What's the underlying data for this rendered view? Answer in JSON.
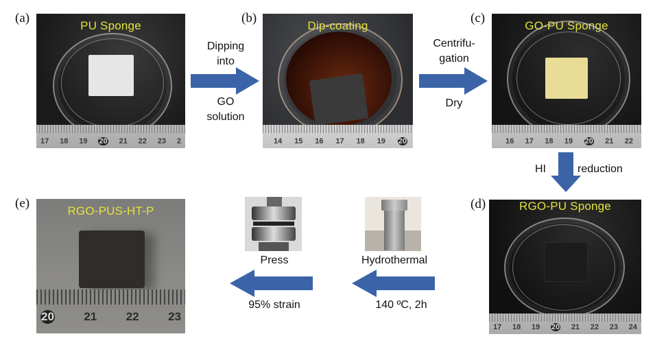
{
  "figure": {
    "colors": {
      "arrow": "#3b64a8",
      "photo_title": "#e6e23a",
      "background": "#ffffff"
    },
    "panels": [
      {
        "id": "a",
        "label": "(a)",
        "title": "PU Sponge",
        "ruler": [
          "17",
          "18",
          "19",
          "20",
          "21",
          "22",
          "23",
          "2"
        ],
        "ruler_circled": "20"
      },
      {
        "id": "b",
        "label": "(b)",
        "title": "Dip-coating",
        "ruler": [
          "14",
          "15",
          "16",
          "17",
          "18",
          "19",
          "20"
        ],
        "ruler_circled": "20"
      },
      {
        "id": "c",
        "label": "(c)",
        "title": "GO-PU Sponge",
        "ruler": [
          "16",
          "17",
          "18",
          "19",
          "20",
          "21",
          "22"
        ],
        "ruler_circled": "20"
      },
      {
        "id": "d",
        "label": "(d)",
        "title": "RGO-PU Sponge",
        "ruler": [
          "17",
          "18",
          "19",
          "20",
          "21",
          "22",
          "23",
          "24"
        ],
        "ruler_circled": "20"
      },
      {
        "id": "e",
        "label": "(e)",
        "title": "RGO-PUS-HT-P",
        "ruler": [
          "20",
          "21",
          "22",
          "23"
        ],
        "ruler_circled": "20"
      }
    ],
    "steps": {
      "a_to_b": {
        "above": [
          "Dipping",
          "into"
        ],
        "below": [
          "GO",
          "solution"
        ],
        "direction": "right"
      },
      "b_to_c": {
        "above": [
          "Centrifu-",
          "gation"
        ],
        "below": [
          "Dry"
        ],
        "direction": "right"
      },
      "c_to_d": {
        "left": "HI",
        "right": "reduction",
        "direction": "down"
      },
      "d_to_hydro": {
        "above": "Hydrothermal",
        "below": "140 ºC, 2h",
        "direction": "left"
      },
      "hydro_to_e": {
        "above": "Press",
        "below": "95% strain",
        "direction": "left"
      }
    }
  }
}
